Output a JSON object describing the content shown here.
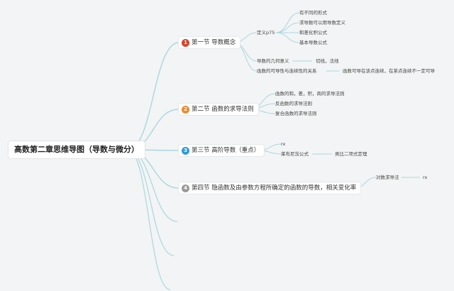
{
  "root": {
    "label": "高数第二章思维导图（导数与微分）"
  },
  "branches": [
    {
      "number": "1",
      "color": "#d9442b",
      "label": "第一节 导数概念",
      "children": [
        {
          "label": "定义p75",
          "children": [
            "有不同的形式",
            "求导数可以用导数定义",
            "和差化积公式",
            "基本导数公式"
          ]
        },
        {
          "label": "导数的几何意义",
          "children": [
            "切线，法线"
          ]
        },
        {
          "label": "函数的可导性与连续性的关系",
          "children": [
            "函数可导在该点连续，在某点连续不一定可导"
          ]
        }
      ]
    },
    {
      "number": "2",
      "color": "#ef8a2a",
      "label": "第二节 函数的求导法则",
      "children": [
        {
          "label": "函数的和，差，积，商的求导法则"
        },
        {
          "label": "反函数的求导法则"
        },
        {
          "label": "复合函数的求导法则"
        }
      ]
    },
    {
      "number": "3",
      "color": "#2f9bd6",
      "label": "第三节 高阶导数（重点）",
      "children": [
        {
          "label": "rx"
        },
        {
          "label": "莱布尼茨公式",
          "children": [
            "类比二项式定理"
          ]
        }
      ]
    },
    {
      "number": "4",
      "color": "#9a9a9a",
      "label": "第四节 隐函数及由参数方程所确定的函数的导数，相关变化率",
      "children": [
        {
          "label": "对数求导法",
          "children": [
            "rx"
          ]
        }
      ]
    }
  ],
  "colors": {
    "connector": "#a8d8e0",
    "background": "#f3f4f5"
  }
}
